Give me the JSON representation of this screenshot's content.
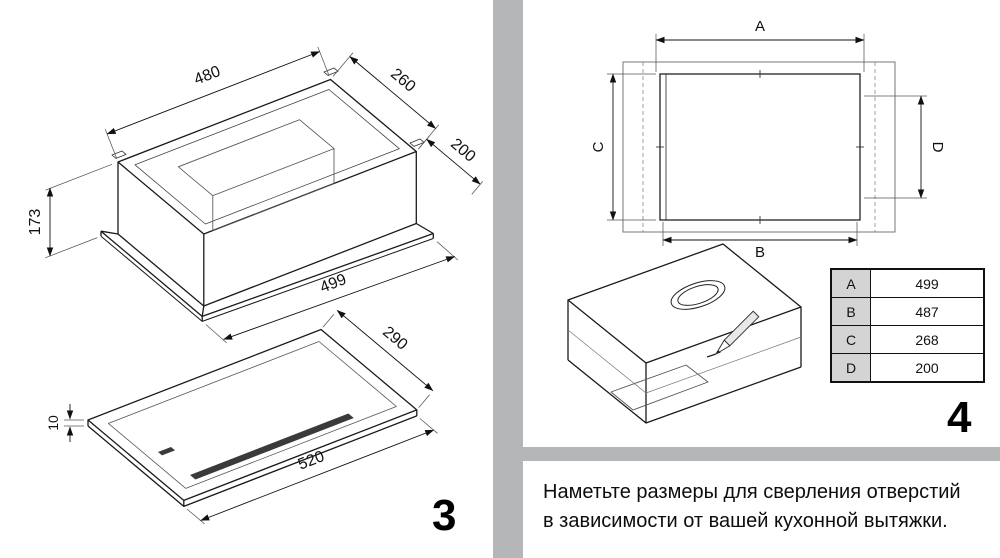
{
  "panel3": {
    "step": "3",
    "dims": {
      "top_width": "480",
      "top_depth": "260",
      "flange_depth": "200",
      "height": "173",
      "body_width": "499",
      "panel_depth": "290",
      "panel_thickness": "10",
      "panel_width": "520"
    }
  },
  "panel4": {
    "step": "4",
    "labels": {
      "a": "A",
      "b": "B",
      "c": "C",
      "d": "D"
    },
    "table": [
      {
        "label": "A",
        "value": "499"
      },
      {
        "label": "B",
        "value": "487"
      },
      {
        "label": "C",
        "value": "268"
      },
      {
        "label": "D",
        "value": "200"
      }
    ]
  },
  "instruction": {
    "line1": "Наметьте размеры для сверления отверстий",
    "line2": "в зависимости от вашей кухонной вытяжки."
  },
  "colors": {
    "background_gray": "#b4b6b7",
    "panel_white": "#ffffff",
    "line_black": "#1a1a1a",
    "table_key_gray": "#d4d4d4"
  }
}
